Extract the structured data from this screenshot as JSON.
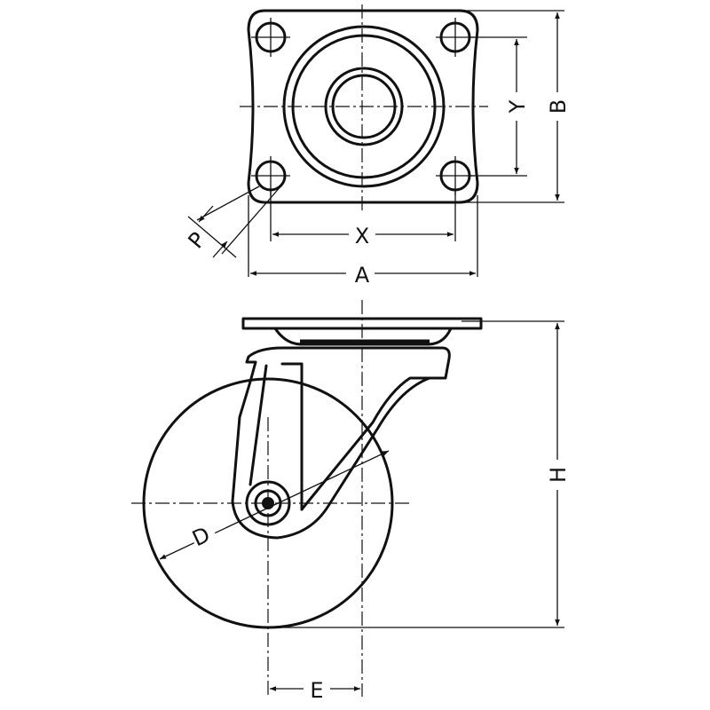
{
  "labels": {
    "A": "A",
    "B": "B",
    "X": "X",
    "Y": "Y",
    "P": "P",
    "D": "D",
    "E": "E",
    "H": "H"
  },
  "colors": {
    "line": "#111111",
    "background": "#ffffff"
  }
}
